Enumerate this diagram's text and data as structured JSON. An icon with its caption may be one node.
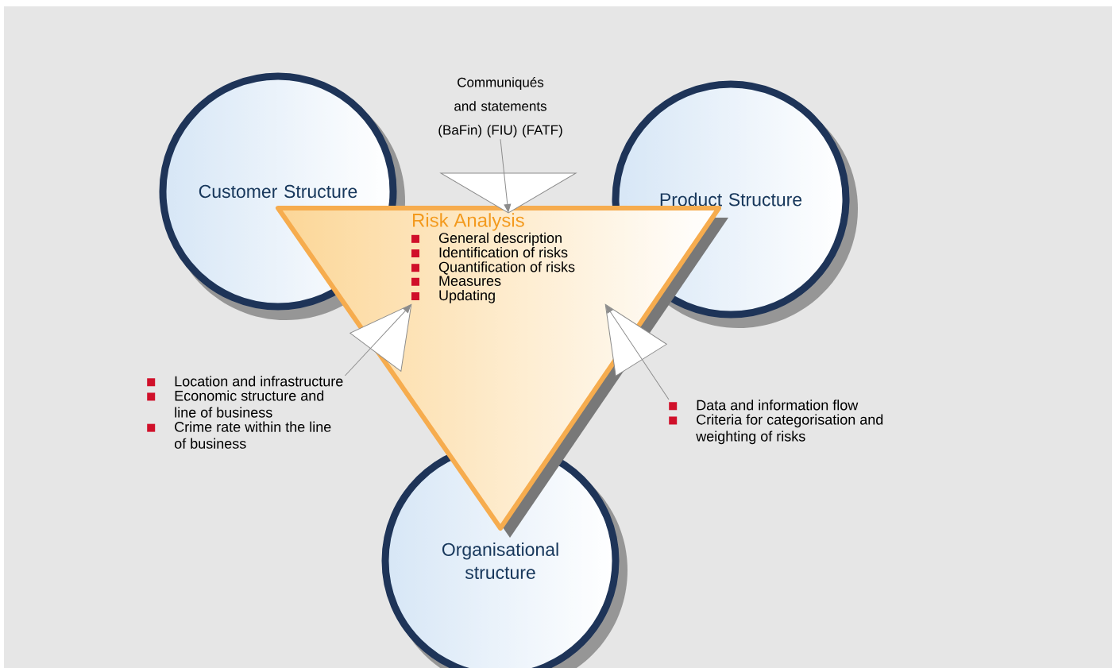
{
  "diagram": {
    "nodes": [
      {
        "text": [
          "Customer Structure"
        ]
      },
      {
        "text": [
          "Product Structure"
        ]
      },
      {
        "text": [
          "Organisational structure"
        ]
      },
      {
        "text": [
          "Risk Analysis",
          "General description",
          "Identification of risks",
          "Quantification of risks",
          "Measures",
          "Updating"
        ]
      },
      {
        "text": [
          "Communiqués and statements (BaFin) (FIU) (FATF)"
        ]
      },
      {
        "text": [
          "Location and infrastructure",
          "Economic structure and line of business",
          "Crime rate within the line of business"
        ]
      },
      {
        "text": [
          "Data and information flow",
          "Criteria for categorisation and weighting of risks"
        ]
      }
    ],
    "edges": [
      {
        "from": 4,
        "to": 3,
        "arrow": "to"
      },
      {
        "from": 5,
        "to": 3,
        "arrow": "to"
      },
      {
        "from": 6,
        "to": 3,
        "arrow": "to"
      }
    ]
  }
}
